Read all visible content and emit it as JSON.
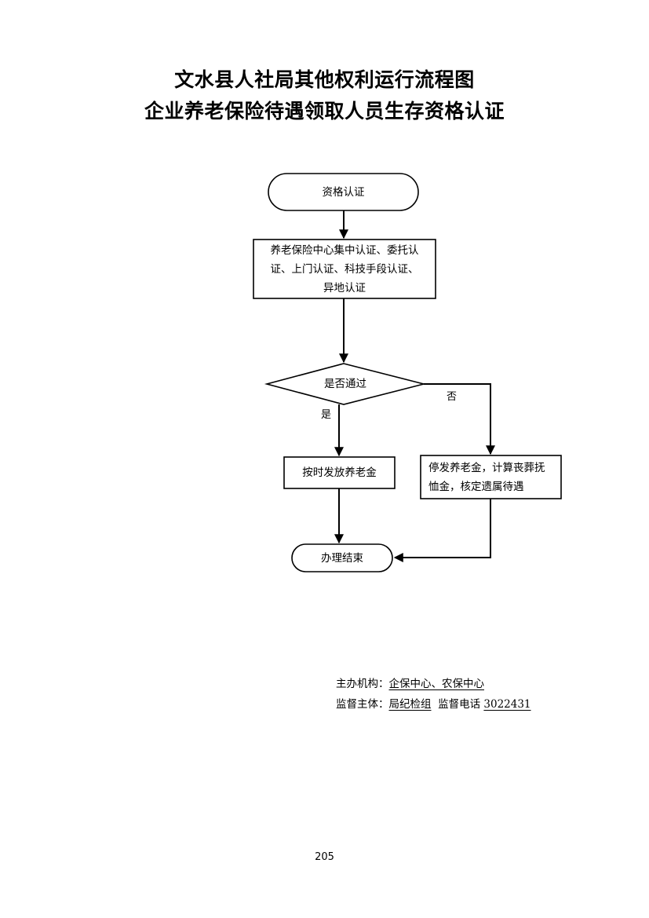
{
  "document": {
    "title_line1": "文水县人社局其他权利运行流程图",
    "title_line2": "企业养老保险待遇领取人员生存资格认证",
    "page_number": "205"
  },
  "chart_data": {
    "type": "diagram",
    "diagram_kind": "flowchart",
    "title": "文水县人社局其他权利运行流程图 — 企业养老保险待遇领取人员生存资格认证",
    "orientation": "top-to-bottom",
    "nodes": [
      {
        "id": "start",
        "shape": "stadium",
        "label": "资格认证"
      },
      {
        "id": "process",
        "shape": "rectangle",
        "label_line1": "养老保险中心集中认证、委托认",
        "label_line2": "证、上门认证、科技手段认证、",
        "label_line3": "异地认证"
      },
      {
        "id": "decision",
        "shape": "diamond",
        "label": "是否通过"
      },
      {
        "id": "pass",
        "shape": "rectangle",
        "label": "按时发放养老金"
      },
      {
        "id": "fail",
        "shape": "rectangle",
        "label_line1": "停发养老金，计算丧葬抚",
        "label_line2": "恤金，核定遗属待遇"
      },
      {
        "id": "end",
        "shape": "stadium",
        "label": "办理结束"
      }
    ],
    "edges": [
      {
        "from": "start",
        "to": "process",
        "label": ""
      },
      {
        "from": "process",
        "to": "decision",
        "label": ""
      },
      {
        "from": "decision",
        "to": "pass",
        "label": "是"
      },
      {
        "from": "decision",
        "to": "fail",
        "label": "否"
      },
      {
        "from": "pass",
        "to": "end",
        "label": ""
      },
      {
        "from": "fail",
        "to": "end",
        "label": ""
      }
    ],
    "branch_labels": {
      "yes": "是",
      "no": "否"
    }
  },
  "footer": {
    "organizer_label": "主办机构：",
    "organizer_value": "企保中心、农保中心",
    "supervisor_label": "监督主体：",
    "supervisor_value": "局纪检组",
    "phone_label": "监督电话",
    "phone_value": "3022431"
  }
}
